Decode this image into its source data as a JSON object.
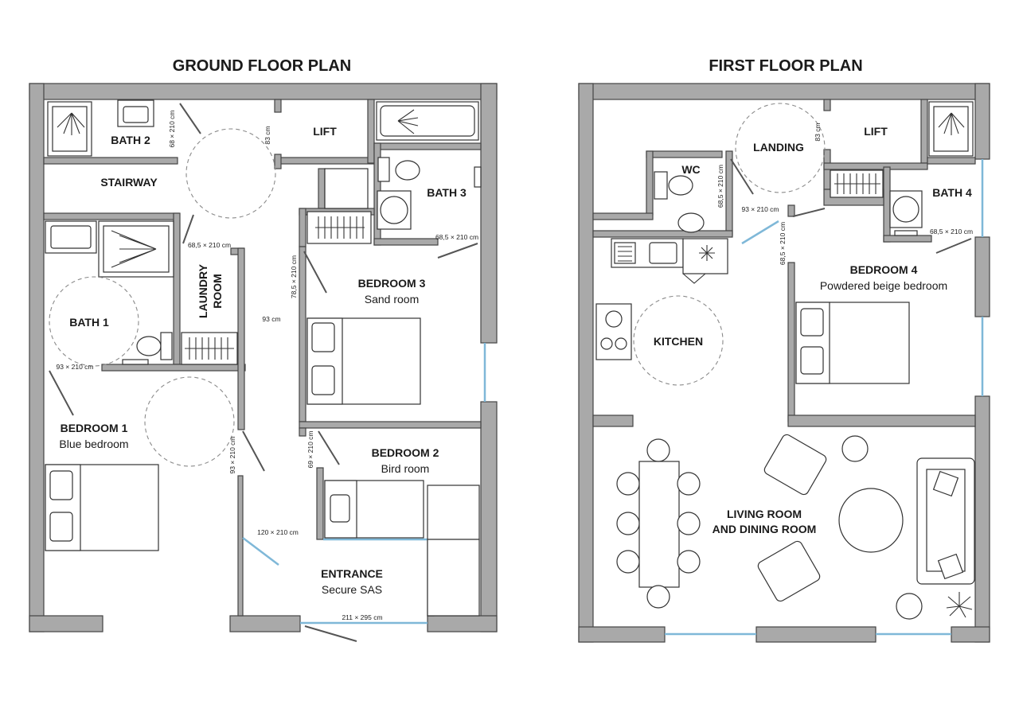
{
  "ground": {
    "title": "GROUND FLOOR PLAN",
    "rooms": {
      "bath2": "BATH 2",
      "lift": "LIFT",
      "stairway": "STAIRWAY",
      "bath3": "BATH 3",
      "laundry_1": "LAUNDRY",
      "laundry_2": "ROOM",
      "bath1": "BATH 1",
      "bedroom3": "BEDROOM 3",
      "bedroom3_sub": "Sand room",
      "bedroom1": "BEDROOM 1",
      "bedroom1_sub": "Blue bedroom",
      "bedroom2": "BEDROOM 2",
      "bedroom2_sub": "Bird room",
      "entrance": "ENTRANCE",
      "entrance_sub": "Secure SAS"
    },
    "dims": {
      "bath2_door": "68 × 210 cm",
      "lift_door": "83 cm",
      "bath3_door": "68,5 × 210 cm",
      "laundry_door": "68,5 × 210 cm",
      "bedroom3_door": "78,5 × 210 cm",
      "corridor": "93 cm",
      "bath1_door": "93 × 210 cm",
      "bedroom1_door": "93 × 210 cm",
      "bedroom2_door": "69 × 210 cm",
      "entrance_inner": "120 × 210 cm",
      "entrance_main": "211 × 295 cm"
    }
  },
  "first": {
    "title": "FIRST FLOOR PLAN",
    "rooms": {
      "landing": "LANDING",
      "lift": "LIFT",
      "wc": "WC",
      "bath4": "BATH 4",
      "bedroom4": "BEDROOM 4",
      "bedroom4_sub": "Powdered beige bedroom",
      "kitchen": "KITCHEN",
      "living_1": "LIVING ROOM",
      "living_2": "AND DINING ROOM"
    },
    "dims": {
      "lift_door": "83 cm",
      "wc_door": "68,5 × 210 cm",
      "landing_wc": "93 × 210 cm",
      "bedroom4_door": "68,5 × 210 cm",
      "bath4_door": "68,5 × 210 cm"
    }
  },
  "colors": {
    "wall": "#a9a9a9",
    "glass": "#7fb8d8",
    "swing": "#8a8a8a"
  }
}
